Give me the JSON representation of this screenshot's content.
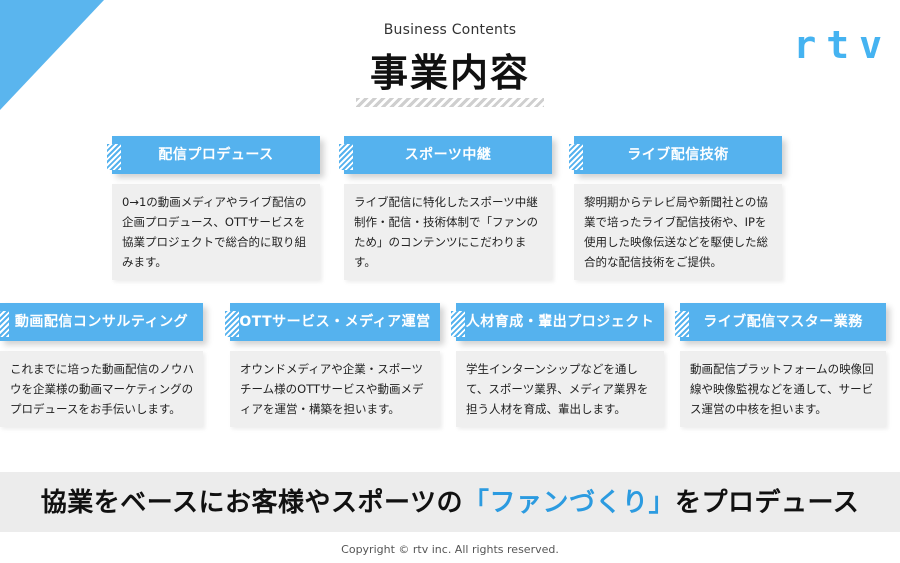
{
  "header": {
    "subtitle": "Business Contents",
    "title": "事業内容"
  },
  "logo": {
    "text": "rtv"
  },
  "colors": {
    "accent": "#55b2ee",
    "card_bg": "#efefef",
    "highlight": "#f6e66a"
  },
  "cards": [
    {
      "title": "配信プロデュース",
      "body": "0→1の動画メディアやライブ配信の企画プロデュース、OTTサービスを協業プロジェクトで総合的に取り組みます。"
    },
    {
      "title": "スポーツ中継",
      "body": "ライブ配信に特化したスポーツ中継制作・配信・技術体制で「ファンのため」のコンテンツにこだわります。"
    },
    {
      "title": "ライブ配信技術",
      "body": "黎明期からテレビ局や新聞社との協業で培ったライブ配信技術や、IPを使用した映像伝送などを駆使した総合的な配信技術をご提供。"
    },
    {
      "title": "動画配信コンサルティング",
      "body": "これまでに培った動画配信のノウハウを企業様の動画マーケティングのプロデュースをお手伝いします。"
    },
    {
      "title": "OTTサービス・メディア運営",
      "body": "オウンドメディアや企業・スポーツチーム様のOTTサービスや動画メディアを運営・構築を担います。"
    },
    {
      "title": "人材育成・輩出プロジェクト",
      "body": "学生インターンシップなどを通して、スポーツ業界、メディア業界を担う人材を育成、輩出します。"
    },
    {
      "title": "ライブ配信マスター業務",
      "body": "動画配信プラットフォームの映像回線や映像監視などを通して、サービス運営の中核を担います。"
    }
  ],
  "slogan": {
    "part1": "協業をベースにお客様やスポーツの",
    "part2": "「ファンづくり」",
    "part3": "をプロデュース"
  },
  "footer": {
    "copyright": "Copyright © rtv inc. All rights reserved."
  }
}
